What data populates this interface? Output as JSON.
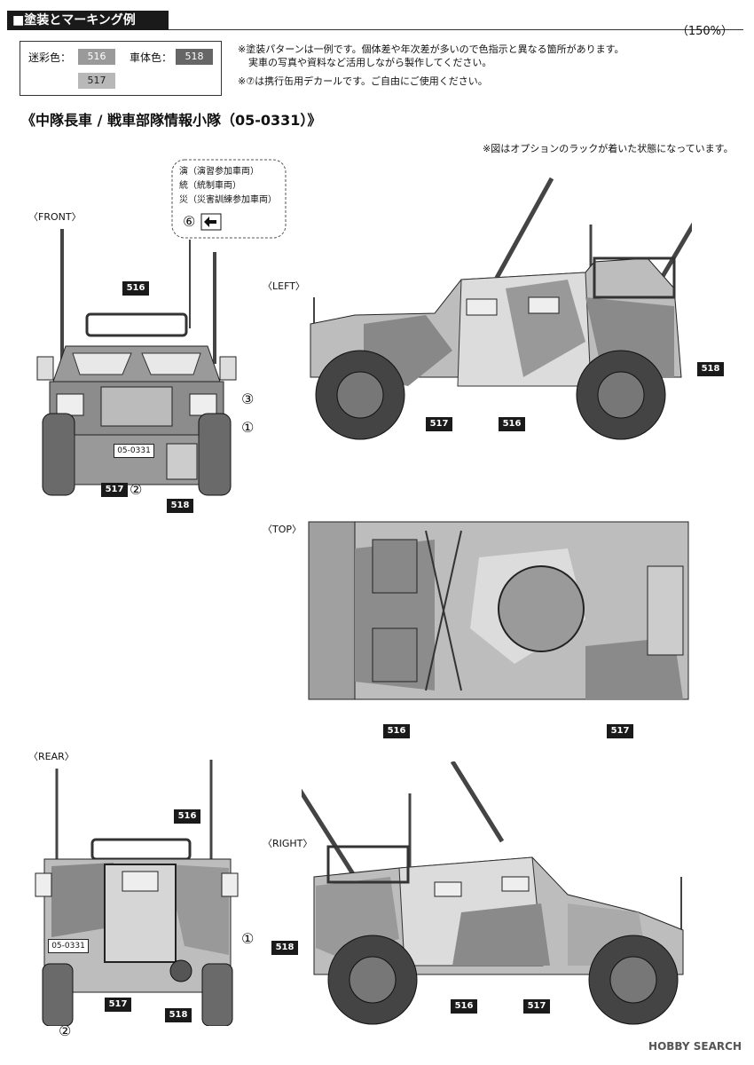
{
  "header": {
    "title": "■塗装とマーキング例",
    "scale": "（150%）"
  },
  "colors": {
    "camo_label": "迷彩色：",
    "body_label": "車体色：",
    "codes": [
      "516",
      "518",
      "517"
    ]
  },
  "notes": {
    "line1": "※塗装パターンは一例です。個体差や年次差が多いので色指示と異なる箇所があります。",
    "line2": "実車の写真や資料など活用しながら製作してください。",
    "line3": "※⑦は携行缶用デカールです。ご自由にご使用ください。"
  },
  "subtitle": "《中隊長車 / 戦車部隊情報小隊（05-0331）》",
  "rack_note": "※図はオプションのラックが着いた状態になっています。",
  "callout": {
    "items": [
      "演（演習参加車両）",
      "統（統制車両）",
      "災（災害訓練参加車両）"
    ],
    "number": "⑥"
  },
  "views": {
    "front": "〈FRONT〉",
    "left": "〈LEFT〉",
    "top": "〈TOP〉",
    "rear": "〈REAR〉",
    "right": "〈RIGHT〉"
  },
  "markers": {
    "one": "①",
    "two": "②",
    "three": "③",
    "plate": "05-0331"
  },
  "labels": {
    "c516": "516",
    "c517": "517",
    "c518": "518"
  },
  "watermark": "HOBBY SEARCH"
}
